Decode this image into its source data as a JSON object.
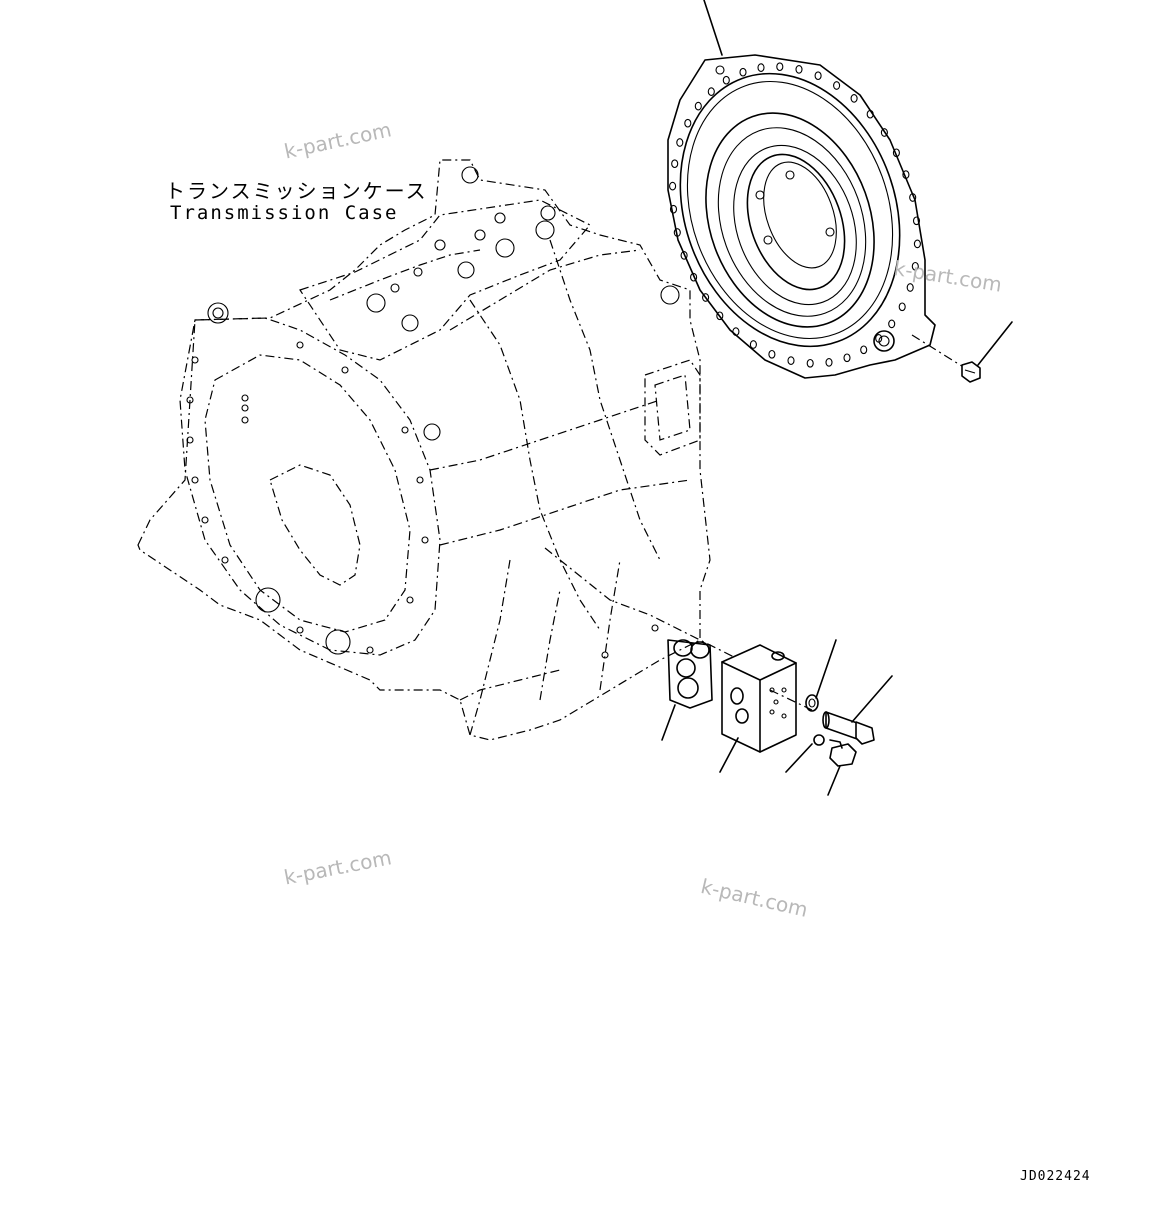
{
  "caption": {
    "japanese": "トランスミッションケース",
    "english": "Transmission Case"
  },
  "watermarks": [
    "k-part.com",
    "k-part.com",
    "k-part.com",
    "k-part.com"
  ],
  "drawing_code": "JD022424"
}
